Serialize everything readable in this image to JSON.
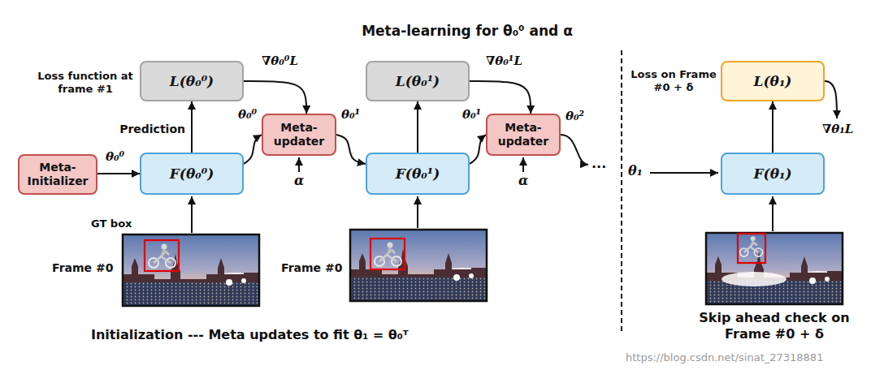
{
  "diagram": {
    "title": "Meta-learning for θ₀⁰ and α",
    "nodes": [
      {
        "text": [
          "Meta- Initializer"
        ]
      },
      {
        "text": [
          "F(θ₀⁰)"
        ]
      },
      {
        "text": [
          "L(θ₀⁰)"
        ]
      },
      {
        "text": [
          "Meta- updater"
        ]
      },
      {
        "text": [
          "F(θ₀¹)"
        ]
      },
      {
        "text": [
          "L(θ₀¹)"
        ]
      },
      {
        "text": [
          "Meta- updater"
        ]
      },
      {
        "text": [
          "L(θ₁)"
        ]
      },
      {
        "text": [
          "F(θ₁)"
        ]
      }
    ],
    "edges": [
      {
        "from": 0,
        "to": 1,
        "arrow": "to",
        "label": "θ₀⁰"
      },
      {
        "from": 1,
        "to": 2,
        "arrow": "to",
        "label": "Prediction"
      },
      {
        "from": 2,
        "to": 3,
        "arrow": "to",
        "label": "∇θ₀⁰L"
      },
      {
        "from": 1,
        "to": 3,
        "arrow": "to",
        "label": "θ₀⁰"
      },
      {
        "from": 3,
        "to": 4,
        "arrow": "to",
        "label": "θ₀¹"
      },
      {
        "from": 4,
        "to": 5,
        "arrow": "to"
      },
      {
        "from": 5,
        "to": 6,
        "arrow": "to",
        "label": "∇θ₀¹L"
      },
      {
        "from": 4,
        "to": 6,
        "arrow": "to",
        "label": "θ₀¹"
      },
      {
        "from": 8,
        "to": 7,
        "arrow": "to"
      }
    ],
    "labels": [
      "Loss function at frame #1",
      "GT box",
      "Frame #0",
      "Frame #0",
      "α",
      "α",
      "θ₀²",
      "...",
      "θ₁",
      "Loss on Frame #0 + δ",
      "∇θ₁L",
      "Initialization --- Meta updates to fit θ₁ = θ₀ᵀ",
      "Skip ahead check on Frame #0 + δ",
      "https://blog.csdn.net/sinat_27318881"
    ]
  }
}
